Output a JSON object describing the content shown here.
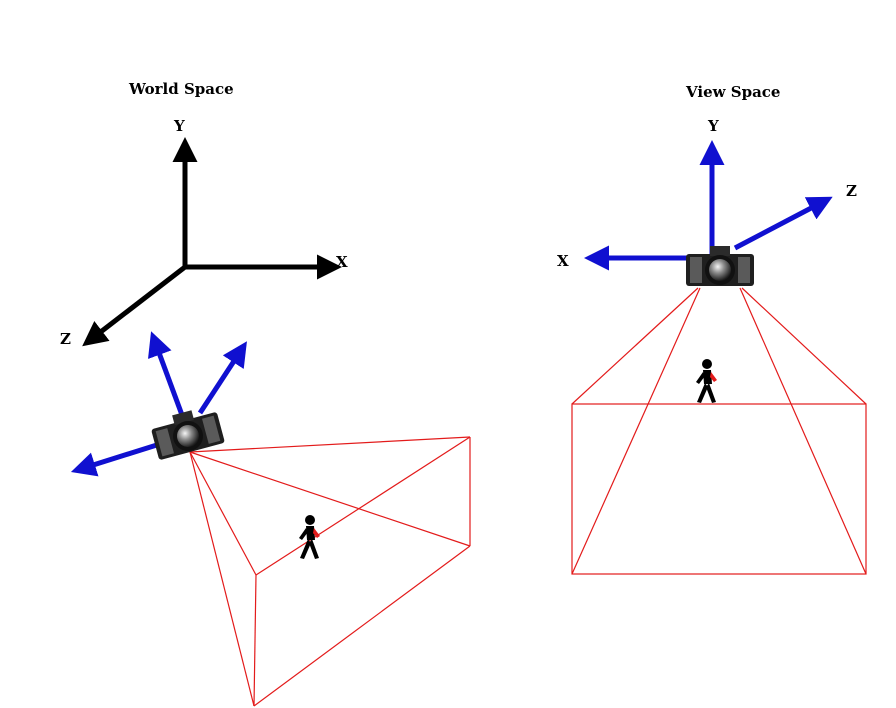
{
  "world_panel": {
    "title": "World Space",
    "axes": {
      "y": "Y",
      "x": "X",
      "z": "Z"
    }
  },
  "view_panel": {
    "title": "View Space",
    "axes": {
      "y": "Y",
      "x": "X",
      "z": "Z"
    }
  },
  "colors": {
    "world_axes": "#000000",
    "camera_axes": "#1010d0",
    "frustum": "#e31b1b"
  },
  "icons": [
    "camera-icon",
    "person-icon"
  ]
}
